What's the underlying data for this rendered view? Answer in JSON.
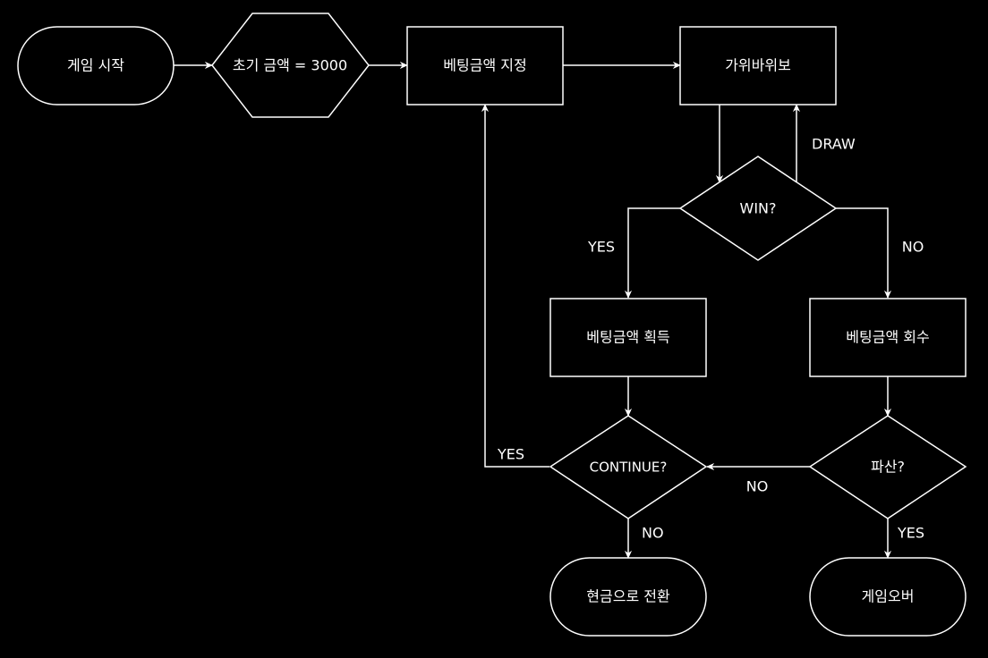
{
  "colors": {
    "background": "#000000",
    "foreground": "#ffffff"
  },
  "diagram": {
    "nodes": {
      "start": "게임 시작",
      "init": "초기 금액 = 3000",
      "bet": "베팅금액 지정",
      "rps": "가위바위보",
      "win": "WIN?",
      "gain": "베팅금액 획득",
      "lose": "베팅금액 회수",
      "cont": "CONTINUE?",
      "bankrupt": "파산?",
      "cash": "현금으로 전환",
      "over": "게임오버"
    },
    "edge_labels": {
      "draw": "DRAW",
      "win_yes": "YES",
      "win_no": "NO",
      "cont_yes": "YES",
      "cont_no": "NO",
      "bankrupt_no": "NO",
      "bankrupt_yes": "YES"
    }
  }
}
